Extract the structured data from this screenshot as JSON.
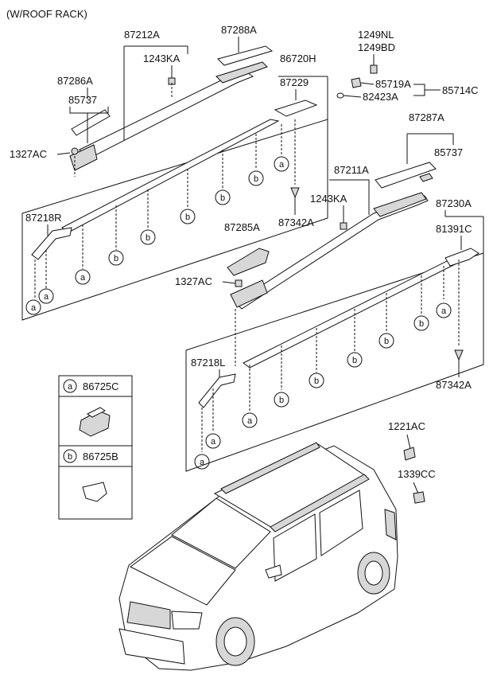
{
  "title": "(W/ROOF RACK)",
  "labels": {
    "p87212A": "87212A",
    "p87288A": "87288A",
    "p1243KA_top": "1243KA",
    "p86720H": "86720H",
    "p87286A": "87286A",
    "p85737_top": "85737",
    "p1327AC_top": "1327AC",
    "p87229": "87229",
    "p87218R": "87218R",
    "p87342A_top": "87342A",
    "p1249NL": "1249NL",
    "p1249BD": "1249BD",
    "p85719A": "85719A",
    "p85714C": "85714C",
    "p82423A": "82423A",
    "p87287A": "87287A",
    "p85737_right": "85737",
    "p87211A": "87211A",
    "p1243KA_mid": "1243KA",
    "p87230A": "87230A",
    "p87285A": "87285A",
    "p81391C": "81391C",
    "p1327AC_mid": "1327AC",
    "p87218L": "87218L",
    "p87342A_bottom": "87342A",
    "p1221AC": "1221AC",
    "p1339CC": "1339CC"
  },
  "callouts": {
    "a": "a",
    "b": "b"
  },
  "legend": [
    {
      "letter": "a",
      "part": "86725C"
    },
    {
      "letter": "b",
      "part": "86725B"
    }
  ]
}
